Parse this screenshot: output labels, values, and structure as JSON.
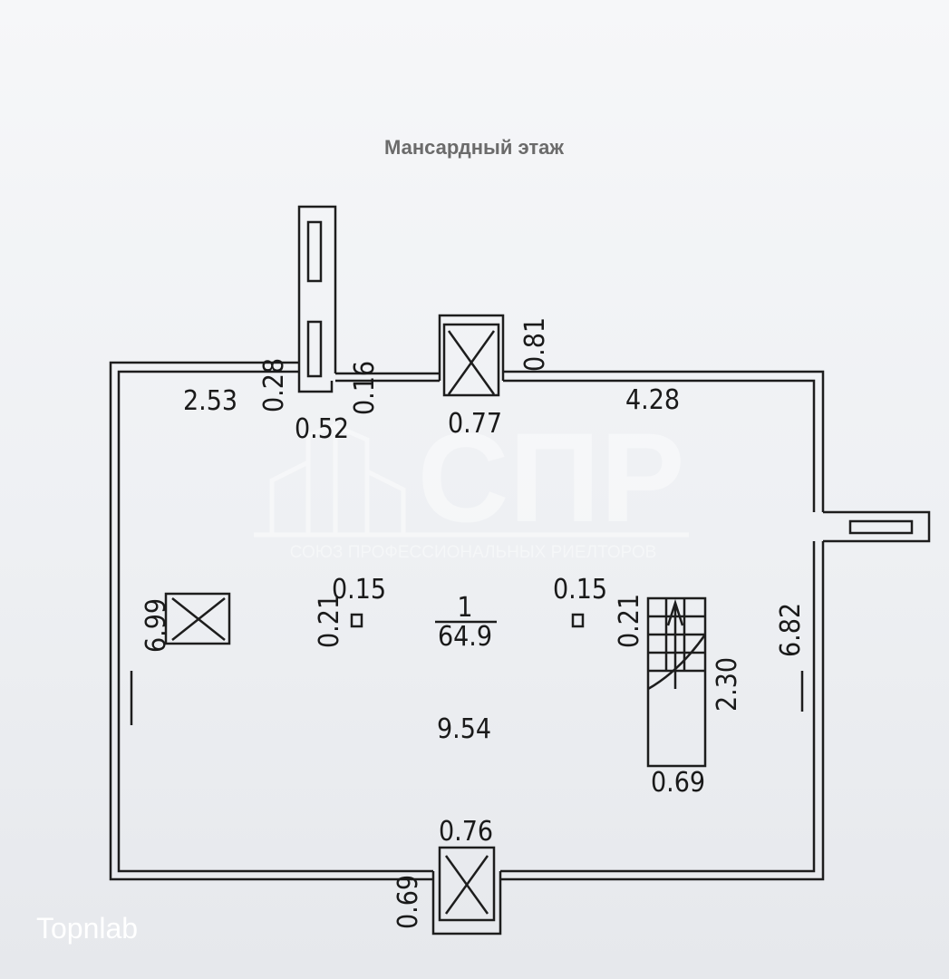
{
  "title": "Мансардный этаж",
  "room": {
    "number": "1",
    "area": "64.9"
  },
  "dimensions": {
    "top_left_wall": "2.53",
    "chimney_depth": "0.28",
    "chimney_offset": "0.16",
    "chimney_width": "0.52",
    "top_window_width": "0.77",
    "top_window_depth": "0.81",
    "top_right_wall": "4.28",
    "left_wall": "6.99",
    "right_wall": "6.82",
    "column_left_w": "0.15",
    "column_left_h": "0.21",
    "column_right_w": "0.15",
    "column_right_h": "0.21",
    "room_length": "9.54",
    "stair_length": "2.30",
    "stair_width": "0.69",
    "bottom_window_width": "0.76",
    "bottom_window_depth": "0.69"
  },
  "watermark": {
    "logo": "СПР",
    "caption": "СОЮЗ ПРОФЕССИОНАЛЬНЫХ РИЕЛТОРОВ"
  },
  "brand": "Topnlab"
}
